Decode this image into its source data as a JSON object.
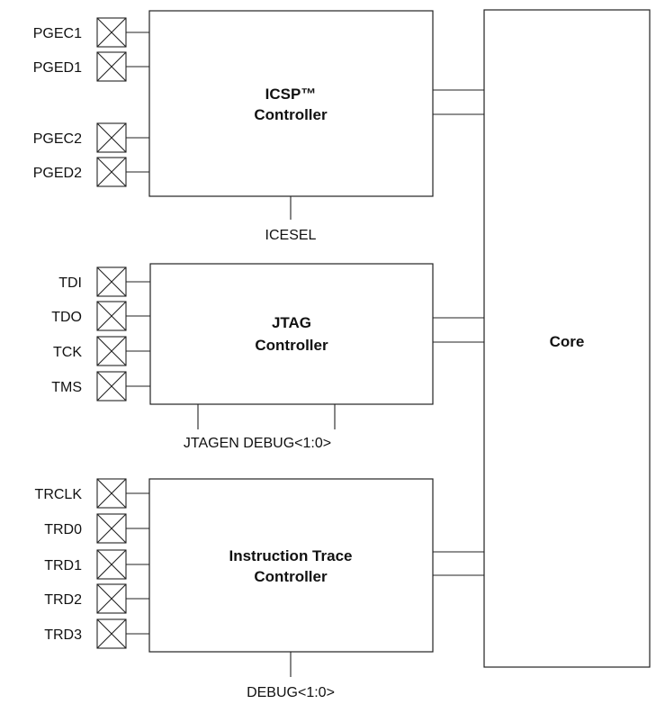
{
  "blocks": {
    "icsp": {
      "line1": "ICSP™",
      "line2": "Controller"
    },
    "jtag": {
      "line1": "JTAG",
      "line2": "Controller"
    },
    "trace": {
      "line1": "Instruction Trace",
      "line2": "Controller"
    },
    "core": {
      "label": "Core"
    }
  },
  "pins": {
    "icsp": [
      "PGEC1",
      "PGED1",
      "PGEC2",
      "PGED2"
    ],
    "jtag": [
      "TDI",
      "TDO",
      "TCK",
      "TMS"
    ],
    "trace": [
      "TRCLK",
      "TRD0",
      "TRD1",
      "TRD2",
      "TRD3"
    ]
  },
  "signals": {
    "icesel": "ICESEL",
    "jtagen_debug": "JTAGEN DEBUG<1:0>",
    "debug": "DEBUG<1:0>"
  }
}
